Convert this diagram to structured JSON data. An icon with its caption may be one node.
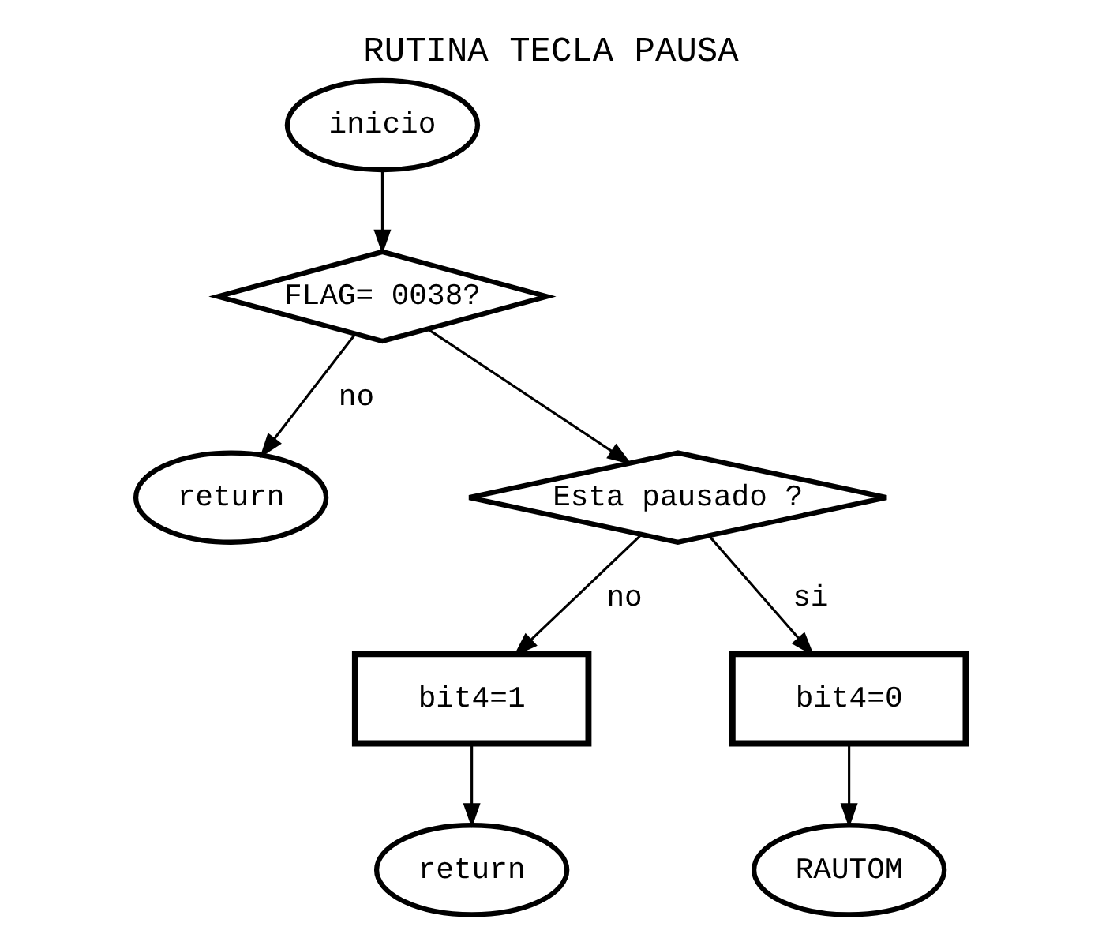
{
  "diagram": {
    "title": "RUTINA TECLA PAUSA",
    "nodes": [
      {
        "text": [
          "inicio"
        ]
      },
      {
        "text": [
          "FLAG= 0038?"
        ]
      },
      {
        "text": [
          "return"
        ]
      },
      {
        "text": [
          "Esta pausado ?"
        ]
      },
      {
        "text": [
          "bit4=1"
        ]
      },
      {
        "text": [
          "return"
        ]
      },
      {
        "text": [
          "bit4=0"
        ]
      },
      {
        "text": [
          "RAUTOM"
        ]
      }
    ],
    "edges": [
      {
        "from": 0,
        "to": 1,
        "arrow": "to"
      },
      {
        "from": 1,
        "to": 2,
        "arrow": "to",
        "label": "no"
      },
      {
        "from": 1,
        "to": 3,
        "arrow": "to"
      },
      {
        "from": 3,
        "to": 4,
        "arrow": "to",
        "label": "no"
      },
      {
        "from": 3,
        "to": 6,
        "arrow": "to",
        "label": "si"
      },
      {
        "from": 4,
        "to": 5,
        "arrow": "to"
      },
      {
        "from": 6,
        "to": 7,
        "arrow": "to"
      }
    ]
  }
}
